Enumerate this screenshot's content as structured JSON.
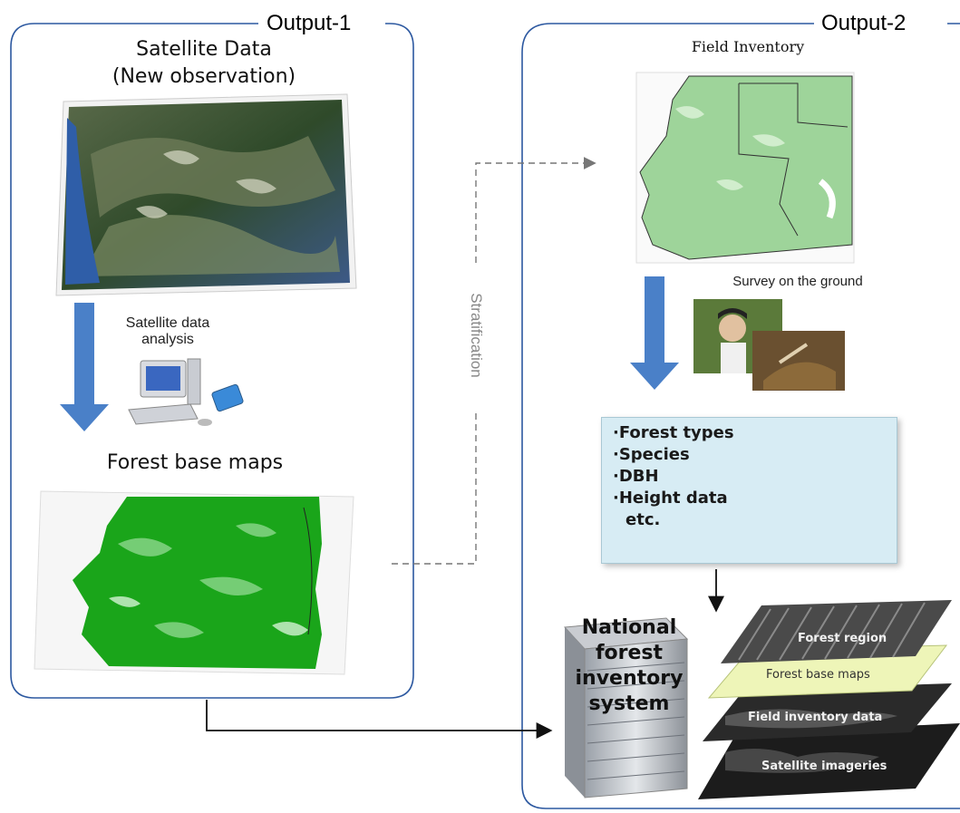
{
  "output1": {
    "label": "Output-1",
    "satellite_title_line1": "Satellite Data",
    "satellite_title_line2": "(New observation)",
    "analysis_line1": "Satellite data",
    "analysis_line2": "analysis",
    "forest_base_maps": "Forest base maps"
  },
  "output2": {
    "label": "Output-2",
    "field_inventory": "Field Inventory",
    "survey": "Survey on the ground",
    "table_items": [
      "·Forest types",
      "·Species",
      "·DBH",
      "·Height data",
      "  etc."
    ],
    "nfi_lines": [
      "National",
      "forest",
      "inventory",
      "system"
    ],
    "layers": [
      "Forest region",
      "Forest base maps",
      "Field inventory data",
      "Satellite imageries"
    ]
  },
  "middle": {
    "stratification": "Stratification"
  },
  "colors": {
    "frame_blue": "#2c58a0",
    "arrow_blue": "#4a80c8",
    "forest_green": "#1aa51a",
    "light_green": "#9ed49a",
    "table_bg": "#d7ecf4",
    "layer_yellow": "#eef5b8"
  }
}
